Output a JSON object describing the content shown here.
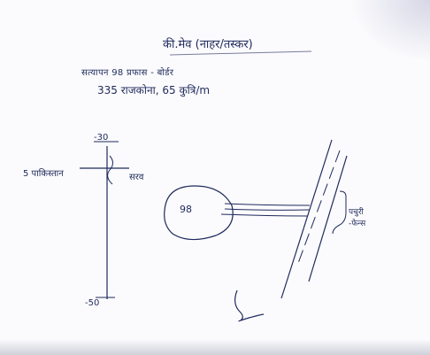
{
  "note": {
    "heading": "की.मेव (नाहर/तस्कर)",
    "line1": "सत्यापन 98 प्रफास - बोर्डर",
    "line2": "335 राजकोना, 65 कुत्रि/m",
    "scale_top": "-30",
    "scale_bottom": "-50",
    "left_label": "5 पाकिस्तान",
    "mid_label": "सरव",
    "post_number": "98",
    "right_label_top": "पचुरी",
    "right_label_bottom": "-फेन्स"
  },
  "colors": {
    "ink": "#1f2a5c",
    "paper": "#fbfbfd"
  }
}
